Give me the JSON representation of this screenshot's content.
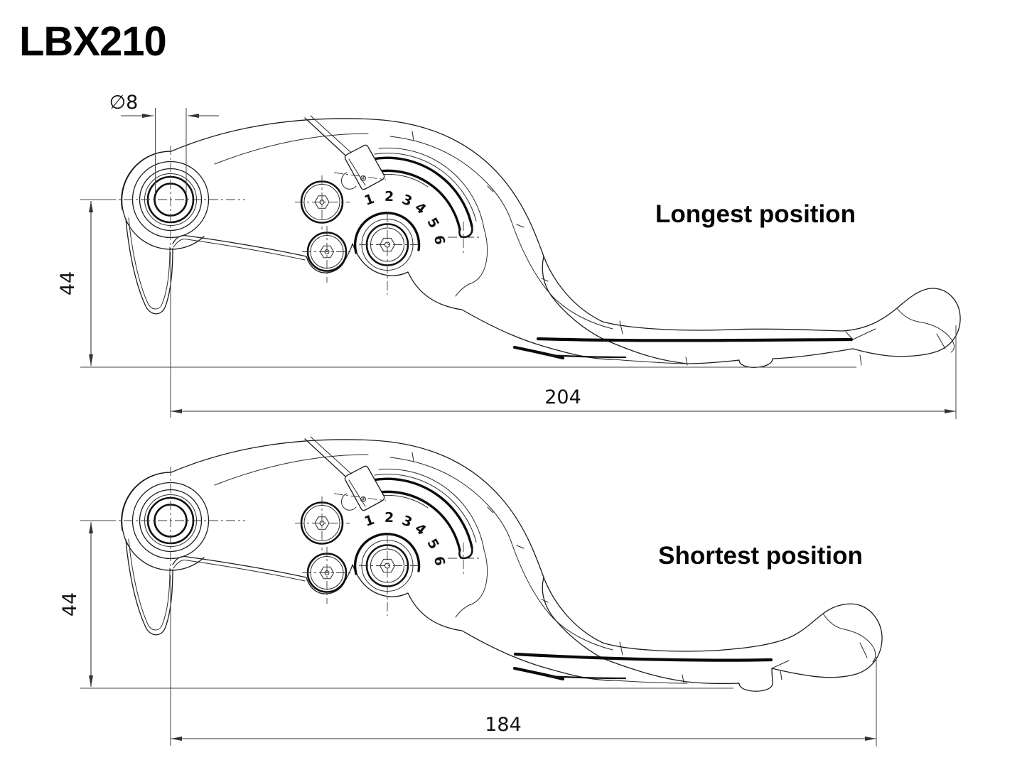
{
  "title": "LBX210",
  "dimensions": {
    "pivot_hole_diameter": "∅8",
    "unit_note": ""
  },
  "views": {
    "longest": {
      "label": "Longest position",
      "length": "204",
      "height": "44",
      "dial_numbers": [
        "1",
        "2",
        "3",
        "4",
        "5",
        "6"
      ]
    },
    "shortest": {
      "label": "Shortest position",
      "length": "184",
      "height": "44",
      "dial_numbers": [
        "1",
        "2",
        "3",
        "4",
        "5",
        "6"
      ]
    }
  },
  "colors": {
    "line": "#1c1c1c",
    "background": "#ffffff"
  }
}
